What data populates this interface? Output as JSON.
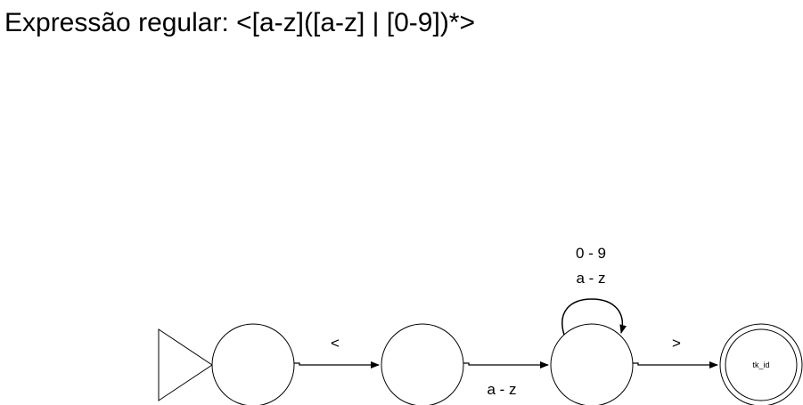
{
  "title": "Expressão regular: <[a-z]([a-z] | [0-9])*>",
  "states": [
    {
      "id": "q0",
      "label": ""
    },
    {
      "id": "q1",
      "label": ""
    },
    {
      "id": "q2",
      "label": ""
    },
    {
      "id": "q3",
      "label": "tk_id",
      "accepting": true
    }
  ],
  "transitions": [
    {
      "from": "q0",
      "to": "q1",
      "label": "<"
    },
    {
      "from": "q1",
      "to": "q2",
      "label": "a - z"
    },
    {
      "from": "q2",
      "to": "q2",
      "label_line1": "0 - 9",
      "label_line2": "a - z"
    },
    {
      "from": "q2",
      "to": "q3",
      "label": ">"
    }
  ],
  "colors": {
    "stroke": "#000000",
    "background": "#ffffff"
  }
}
